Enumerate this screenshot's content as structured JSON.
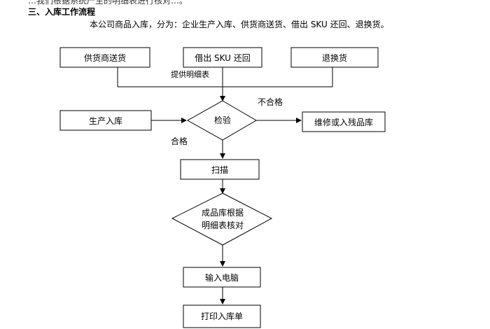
{
  "document": {
    "top_partial_line": "…我们根据系统产生的明细表进行核对…。",
    "section_heading": "三、入库工作流程",
    "intro": "本公司商品入库，分为：企业生产入库、供货商送货、借出 SKU 还回、退换货。"
  },
  "flowchart": {
    "nodes": {
      "supplier": "供货商送货",
      "sku_return": "借出 SKU 还回",
      "exchange": "退换货",
      "production": "生产入库",
      "inspection": "检验",
      "defective": "维修或入残品库",
      "scan": "扫描",
      "verify_line1": "成品库根据",
      "verify_line2": "明细表核对",
      "input_computer": "输入电脑",
      "print_receipt": "打印入库单"
    },
    "edge_labels": {
      "provide_detail": "提供明细表",
      "fail": "不合格",
      "pass": "合格"
    }
  }
}
